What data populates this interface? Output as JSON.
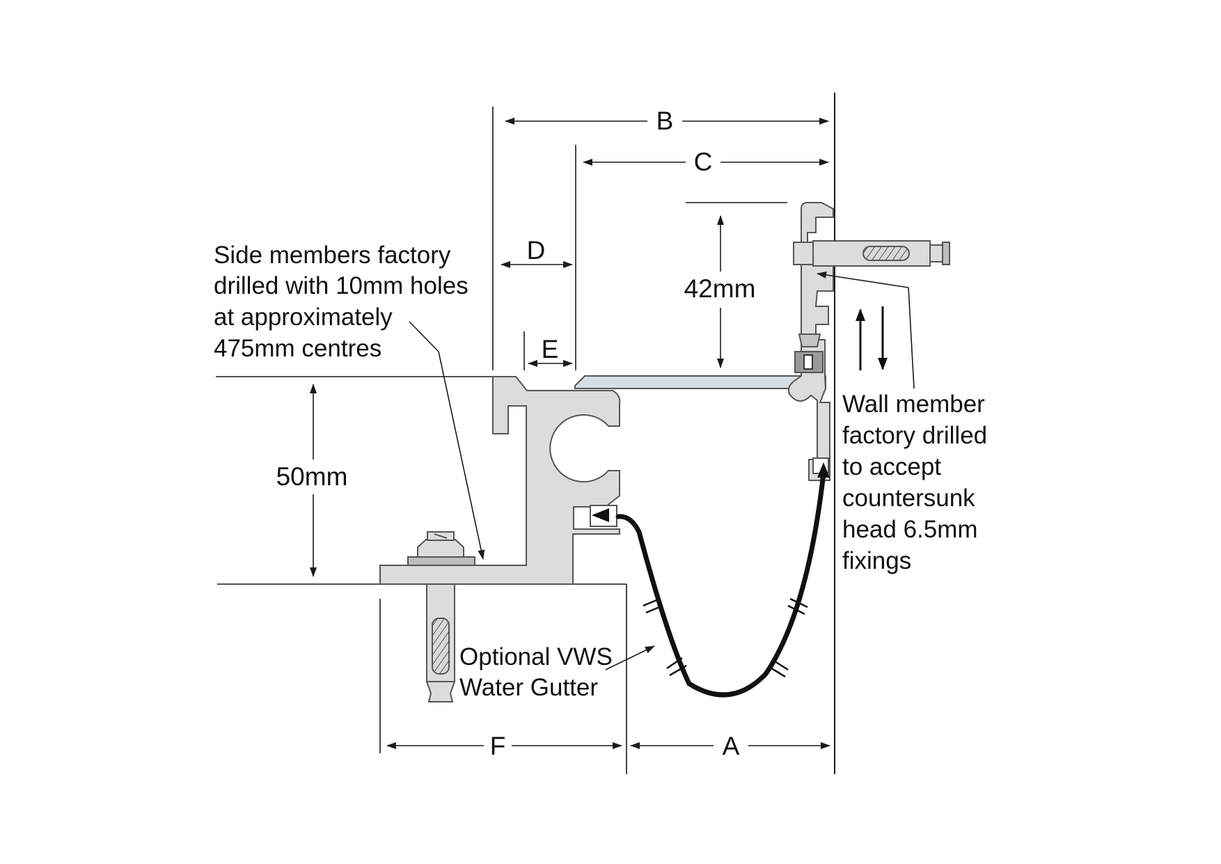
{
  "dimensions": {
    "a": "A",
    "b": "B",
    "c": "C",
    "d": "D",
    "e": "E",
    "f": "F",
    "height_42": "42mm",
    "height_50": "50mm"
  },
  "notes": {
    "side_members": [
      "Side members factory",
      "drilled with 10mm holes",
      "at approximately",
      "475mm centres"
    ],
    "wall_member": [
      "Wall member",
      "factory drilled",
      "to accept",
      "countersunk",
      "head 6.5mm",
      "fixings"
    ],
    "gutter": [
      "Optional VWS",
      "Water Gutter"
    ]
  },
  "colors": {
    "line": "#1a1a1a",
    "metal": "#dcdcdc",
    "plate": "#d3dee9",
    "gutter": "#111111"
  }
}
